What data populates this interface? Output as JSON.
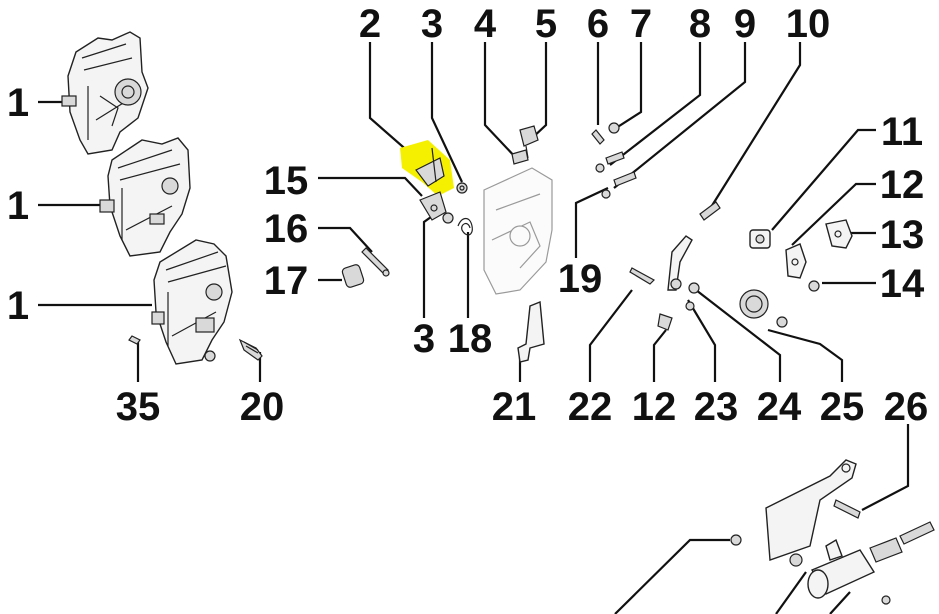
{
  "callouts": [
    {
      "id": "c1a",
      "label": "1"
    },
    {
      "id": "c1b",
      "label": "1"
    },
    {
      "id": "c1c",
      "label": "1"
    },
    {
      "id": "c2",
      "label": "2"
    },
    {
      "id": "c3a",
      "label": "3"
    },
    {
      "id": "c4",
      "label": "4"
    },
    {
      "id": "c5",
      "label": "5"
    },
    {
      "id": "c6",
      "label": "6"
    },
    {
      "id": "c7",
      "label": "7"
    },
    {
      "id": "c8",
      "label": "8"
    },
    {
      "id": "c9",
      "label": "9"
    },
    {
      "id": "c10",
      "label": "10"
    },
    {
      "id": "c11",
      "label": "11"
    },
    {
      "id": "c12a",
      "label": "12"
    },
    {
      "id": "c13",
      "label": "13"
    },
    {
      "id": "c14",
      "label": "14"
    },
    {
      "id": "c15",
      "label": "15"
    },
    {
      "id": "c16",
      "label": "16"
    },
    {
      "id": "c17",
      "label": "17"
    },
    {
      "id": "c19",
      "label": "19"
    },
    {
      "id": "c3b",
      "label": "3"
    },
    {
      "id": "c18",
      "label": "18"
    },
    {
      "id": "c35",
      "label": "35"
    },
    {
      "id": "c20",
      "label": "20"
    },
    {
      "id": "c21",
      "label": "21"
    },
    {
      "id": "c22",
      "label": "22"
    },
    {
      "id": "c12b",
      "label": "12"
    },
    {
      "id": "c23",
      "label": "23"
    },
    {
      "id": "c24",
      "label": "24"
    },
    {
      "id": "c25",
      "label": "25"
    },
    {
      "id": "c26",
      "label": "26"
    }
  ],
  "highlight": {
    "part": "2",
    "color": "#f5f000"
  },
  "colors": {
    "ink": "#111111",
    "background": "#ffffff"
  }
}
